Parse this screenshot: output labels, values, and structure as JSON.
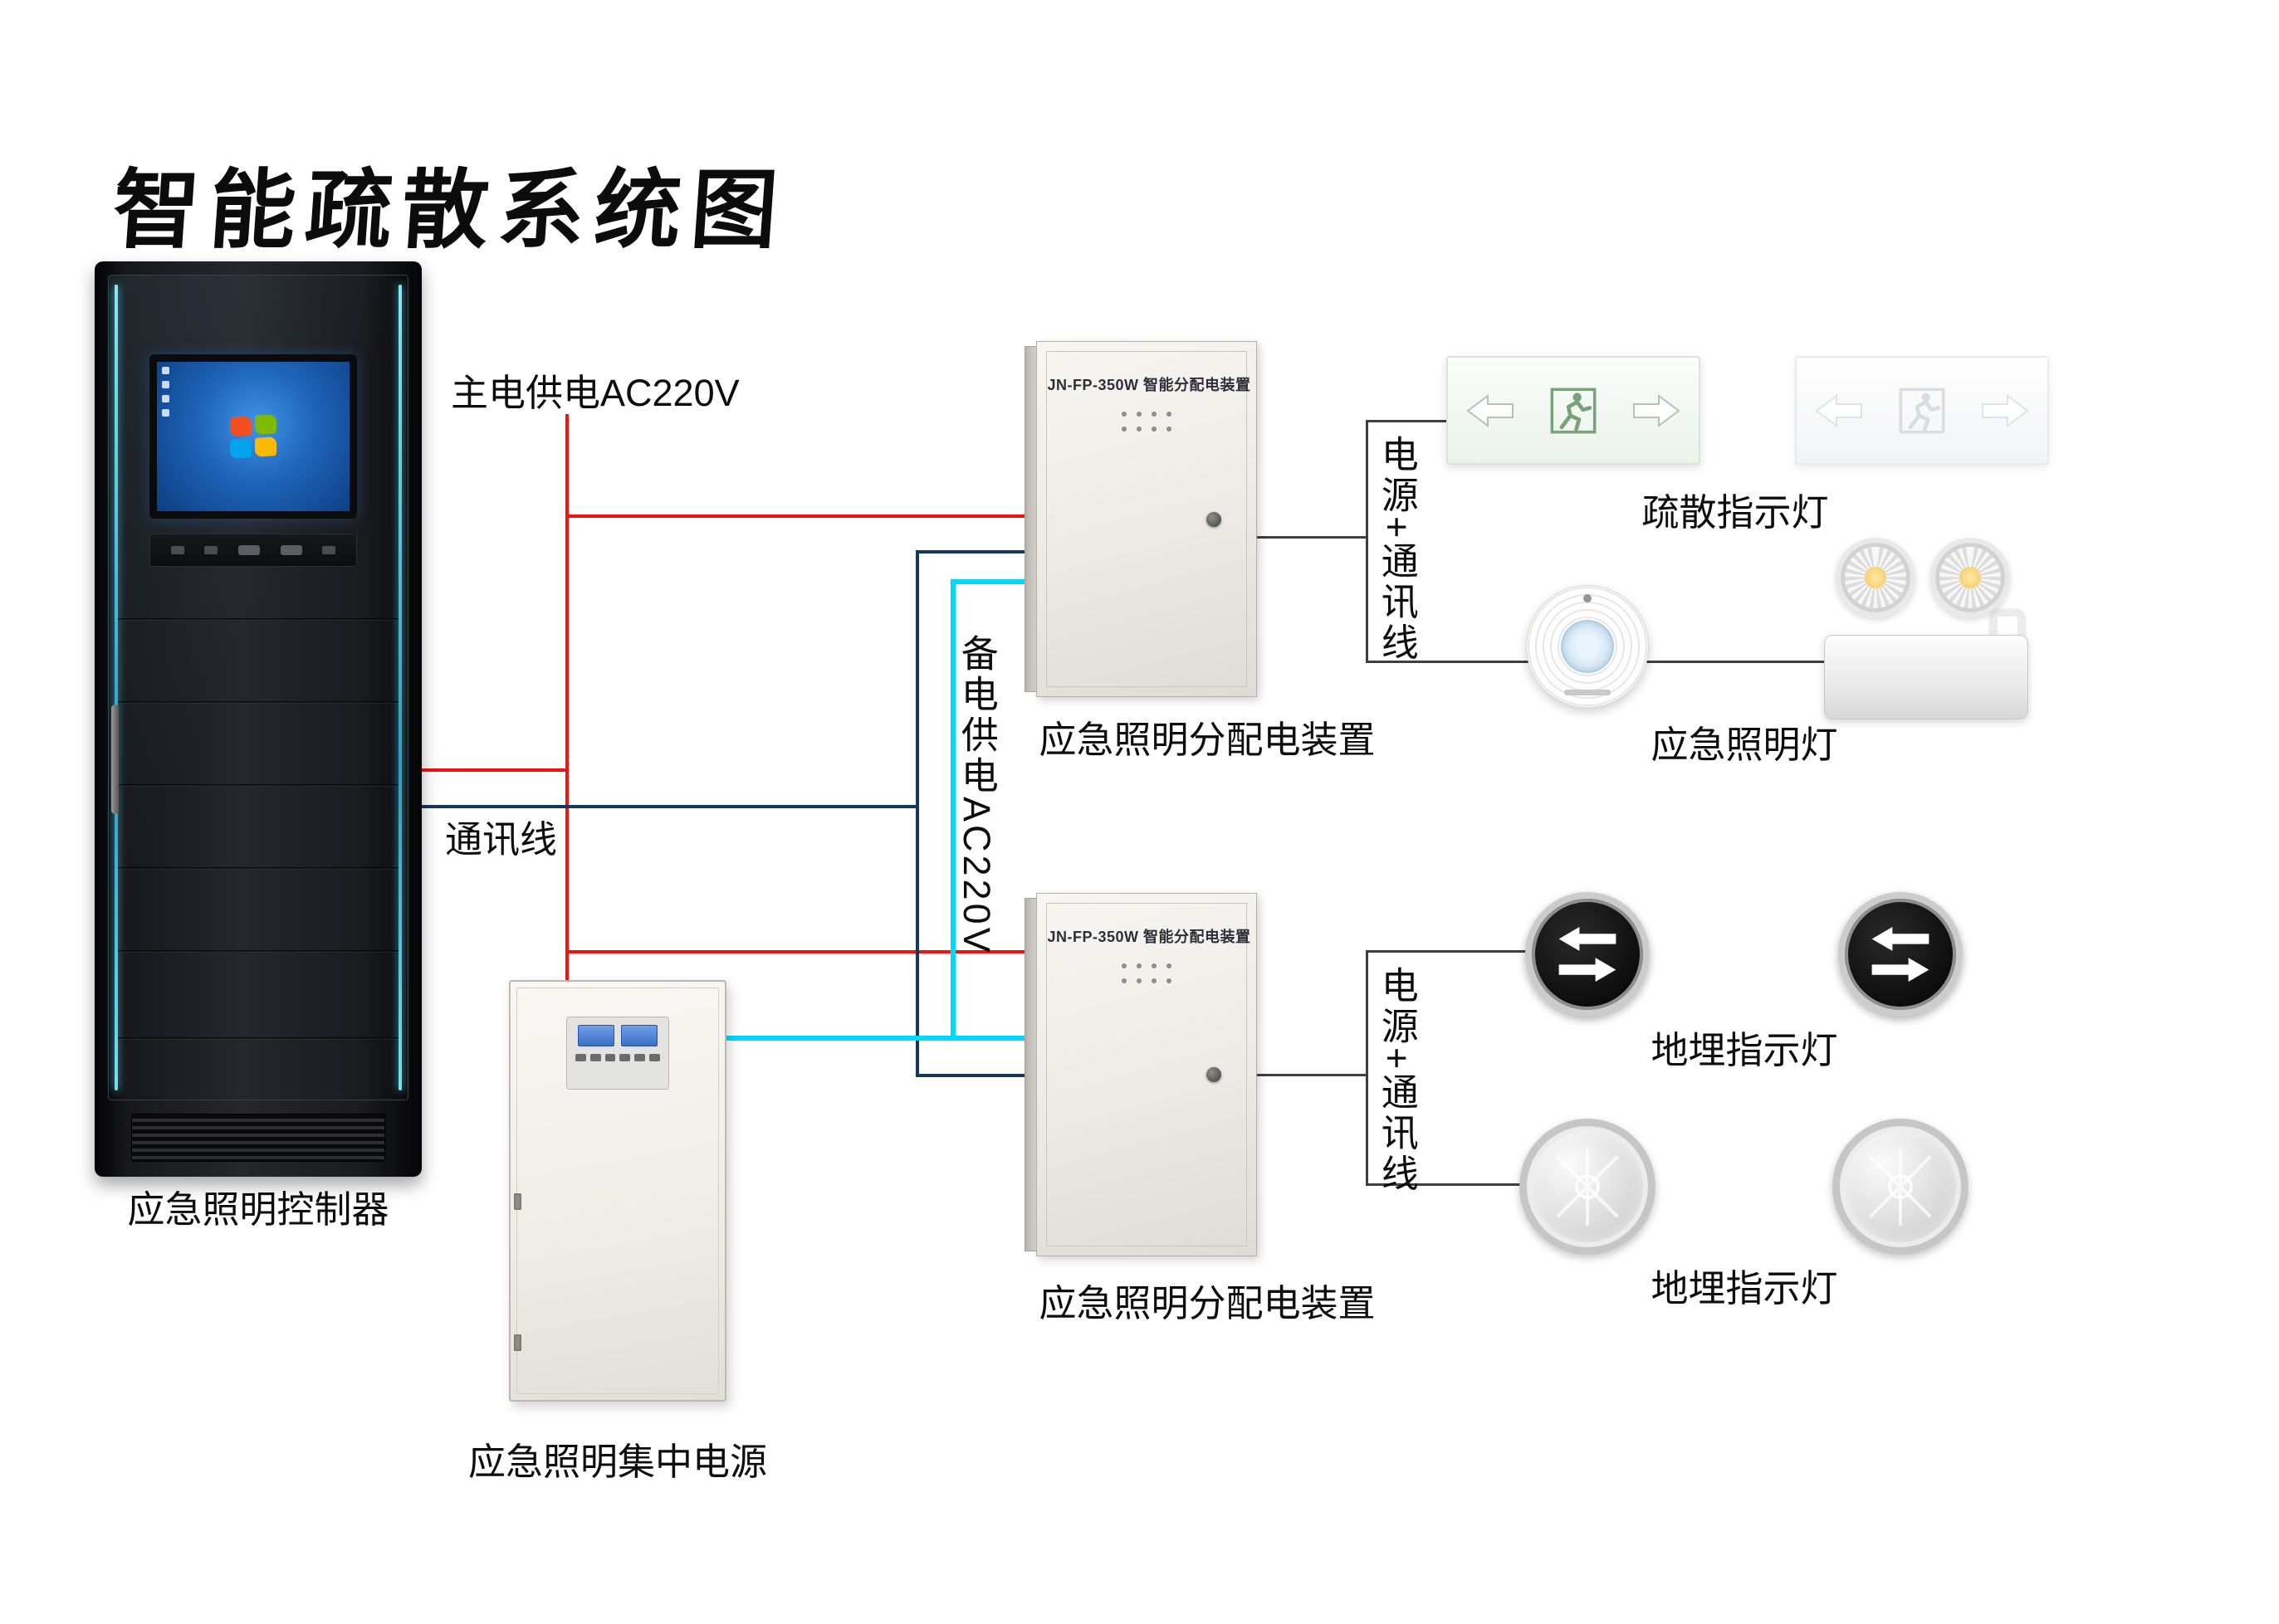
{
  "title": "智能疏散系统图",
  "wiring": {
    "main_power_label": "主电供电AC220V",
    "comm_label": "通讯线",
    "backup_power_label": "备电供电AC220V",
    "power_comm_label_top": "电源+通讯线",
    "power_comm_label_bottom": "电源+通讯线",
    "colors": {
      "main_power": "#f2120e",
      "comm": "#16375e",
      "backup_power": "#00d8fe",
      "branch": "#3f3f3f"
    }
  },
  "devices": {
    "controller": {
      "label": "应急照明控制器"
    },
    "central_power": {
      "label": "应急照明集中电源"
    },
    "dist_box_top": {
      "model": "JN-FP-350W 智能分配电装置",
      "label": "应急照明分配电装置"
    },
    "dist_box_bottom": {
      "model": "JN-FP-350W 智能分配电装置",
      "label": "应急照明分配电装置"
    },
    "exit_signs": {
      "label": "疏散指示灯"
    },
    "emergency_lights": {
      "label": "应急照明灯"
    },
    "ground_lights_top": {
      "label": "地埋指示灯"
    },
    "ground_lights_bottom": {
      "label": "地埋指示灯"
    }
  }
}
